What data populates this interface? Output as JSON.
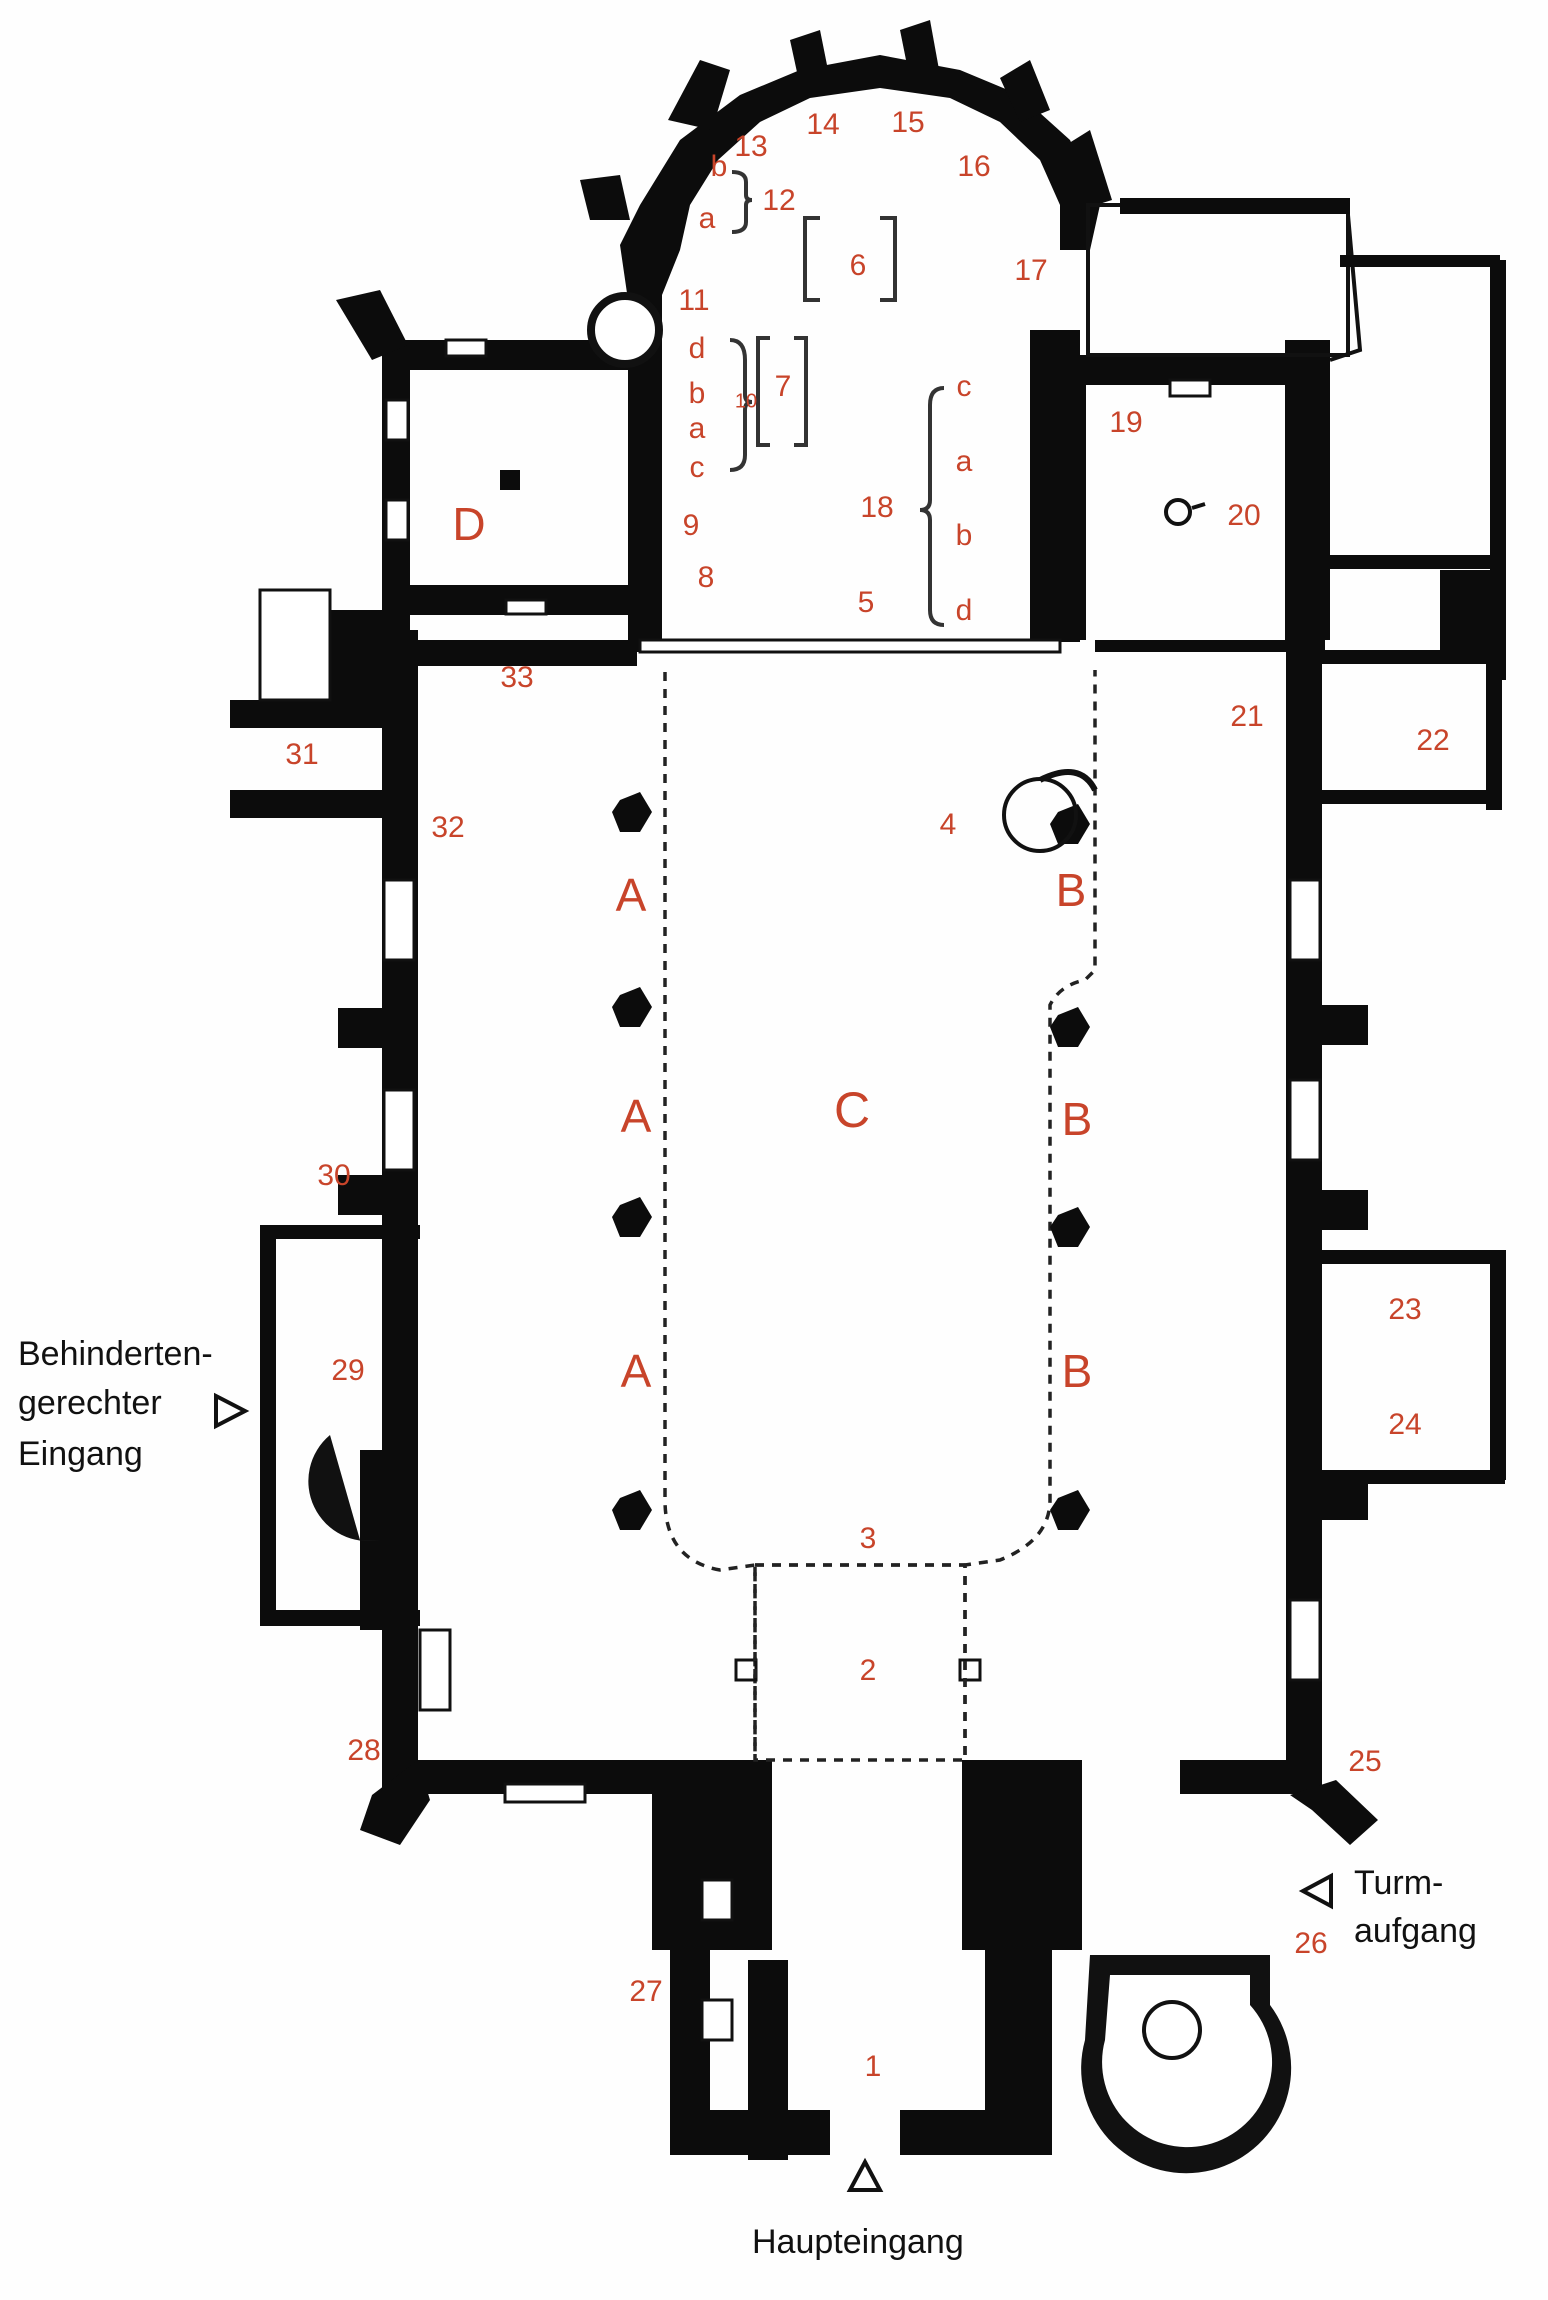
{
  "markers": {
    "n1": "1",
    "n2": "2",
    "n3": "3",
    "n4": "4",
    "n5": "5",
    "n6": "6",
    "n7": "7",
    "n8": "8",
    "n9": "9",
    "n10": "10",
    "n11": "11",
    "n12": "12",
    "n13": "13",
    "n14": "14",
    "n15": "15",
    "n16": "16",
    "n17": "17",
    "n18": "18",
    "n19": "19",
    "n20": "20",
    "n21": "21",
    "n22": "22",
    "n23": "23",
    "n24": "24",
    "n25": "25",
    "n26": "26",
    "n27": "27",
    "n28": "28",
    "n29": "29",
    "n30": "30",
    "n31": "31",
    "n32": "32",
    "n33": "33",
    "sub_b_apse": "b",
    "sub_a_apse": "a",
    "sub10_d": "d",
    "sub10_b": "b",
    "sub10_a": "a",
    "sub10_c": "c",
    "sub18_c": "c",
    "sub18_a": "a",
    "sub18_b": "b",
    "sub18_d": "d",
    "A1": "A",
    "A2": "A",
    "A3": "A",
    "B1": "B",
    "B2": "B",
    "B3": "B",
    "C": "C",
    "D": "D"
  },
  "notes": {
    "accessible_line1": "Behinderten-",
    "accessible_line2": "gerechter",
    "accessible_line3": "Eingang",
    "tower_line1": "Turm-",
    "tower_line2": "aufgang",
    "main_entrance": "Haupteingang"
  },
  "colors": {
    "label": "#c8442a",
    "wall": "#0c0c0c",
    "paper": "#fefefe"
  },
  "icons": {
    "arrow": "triangle-outline-icon",
    "font": "baptismal-font-icon"
  }
}
